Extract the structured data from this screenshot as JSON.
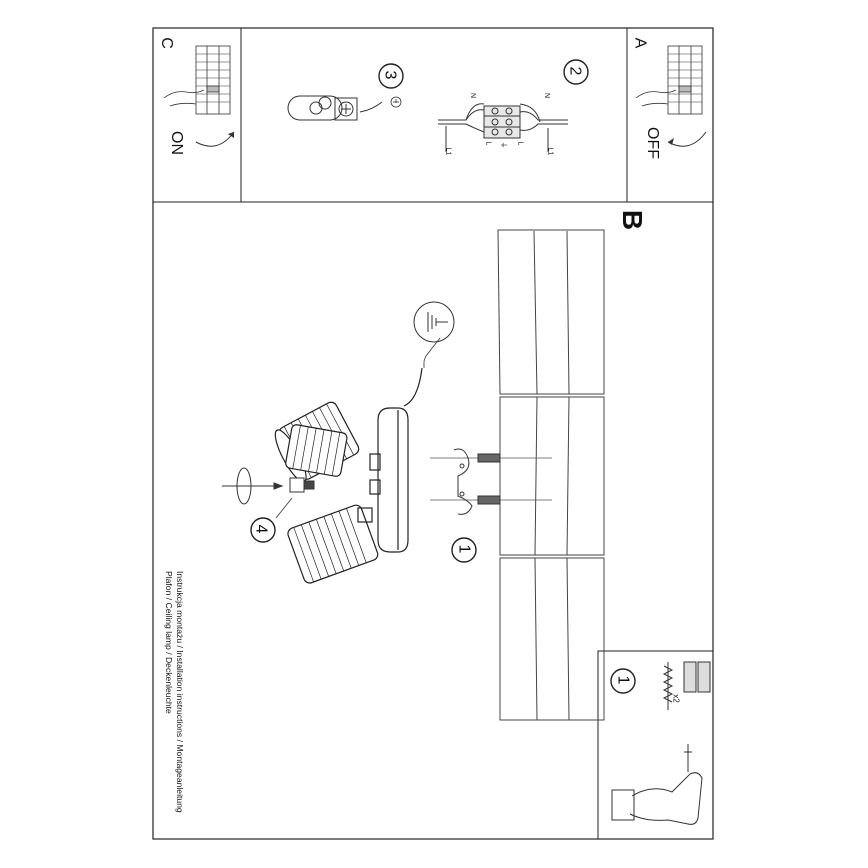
{
  "panels": {
    "c": {
      "letter": "C",
      "state": "ON"
    },
    "a": {
      "letter": "A",
      "state": "OFF"
    },
    "b": {
      "letter": "B"
    }
  },
  "steps": {
    "step1": "1",
    "step2": "2",
    "step3": "3",
    "step4": "4",
    "step1_box": "1"
  },
  "wiring": {
    "n1": "N",
    "n2": "N",
    "l1a": "L1",
    "l1b": "L1",
    "la": "L",
    "lb": "L",
    "pe": "⏚"
  },
  "fixings": {
    "qty": "x2"
  },
  "caption": {
    "line1": "Instrukcja montażu / Installation instructions / Montageanleitung",
    "line2": "Plafon / Ceiling lamp / Deckenleuchte"
  },
  "colors": {
    "line": "#222222",
    "light": "#777777",
    "accent": "#555555"
  }
}
